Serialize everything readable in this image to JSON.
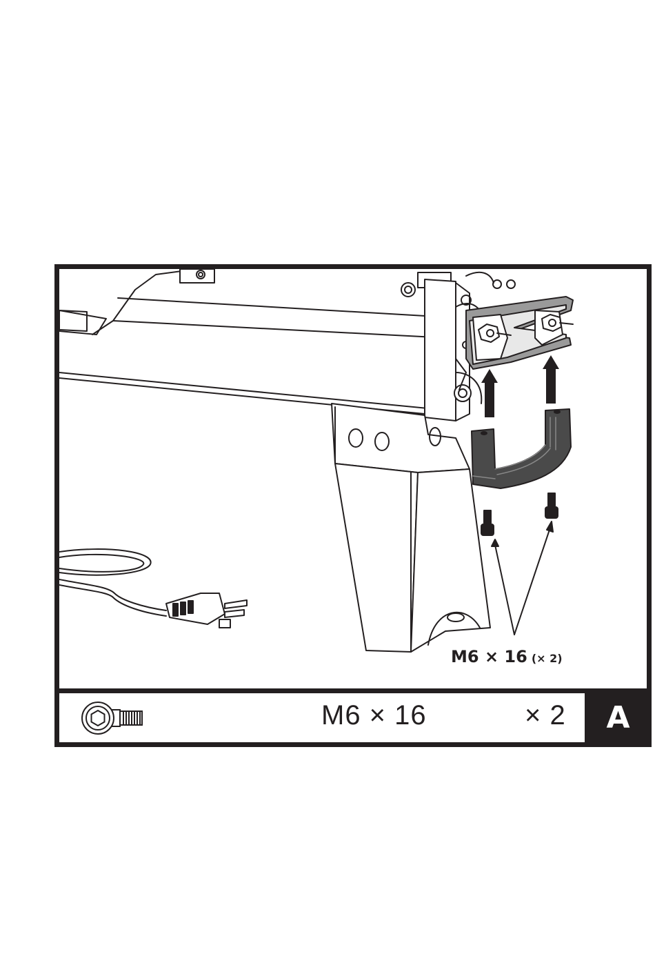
{
  "callout": {
    "size": "M6 × 16",
    "quantity": "(× 2)"
  },
  "parts_bar": {
    "size": "M6 × 16",
    "quantity": "× 2",
    "icon": "hex-socket-bolt-icon"
  },
  "step": {
    "letter": "A"
  },
  "colors": {
    "line": "#231f20",
    "part_fill": "#4a4a4a",
    "part_fill_light": "#9a9a9a"
  }
}
